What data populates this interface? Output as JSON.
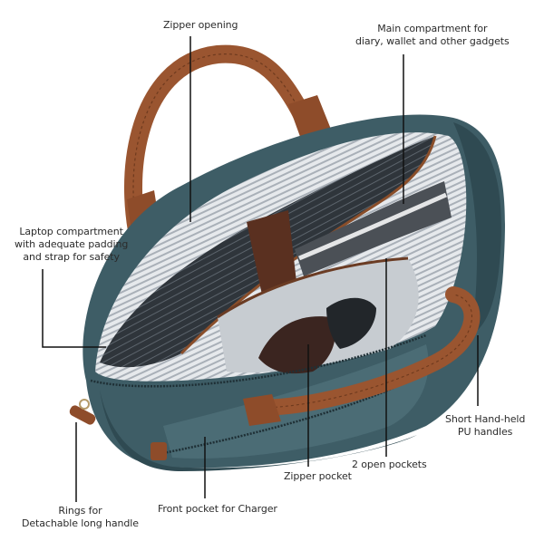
{
  "diagram": {
    "type": "annotated-product-photo",
    "subject": "Open laptop messenger bag",
    "colors": {
      "canvas": "#ffffff",
      "bag_canvas": "#3e5d66",
      "bag_canvas_light": "#5b7b83",
      "leather": "#9a5530",
      "leather_dark": "#6e3a1e",
      "lining_stripe": "#c9ced3",
      "laptop_sleeve": "#2e3338",
      "label_text": "#2b2b2b",
      "leader_line": "#111111"
    },
    "callouts": [
      {
        "id": "zipper-opening",
        "lines": [
          "Zipper opening"
        ]
      },
      {
        "id": "main-compartment",
        "lines": [
          "Main compartment for",
          "diary, wallet and other gadgets"
        ]
      },
      {
        "id": "laptop-compartment",
        "lines": [
          "Laptop compartment",
          "with adequate padding",
          "and strap for safety"
        ]
      },
      {
        "id": "short-handles",
        "lines": [
          "Short Hand-held",
          "PU handles"
        ]
      },
      {
        "id": "open-pockets",
        "lines": [
          "2 open pockets"
        ]
      },
      {
        "id": "zipper-pocket",
        "lines": [
          "Zipper pocket"
        ]
      },
      {
        "id": "front-pocket",
        "lines": [
          "Front pocket for Charger"
        ]
      },
      {
        "id": "rings",
        "lines": [
          "Rings for",
          "Detachable long handle"
        ]
      }
    ]
  }
}
